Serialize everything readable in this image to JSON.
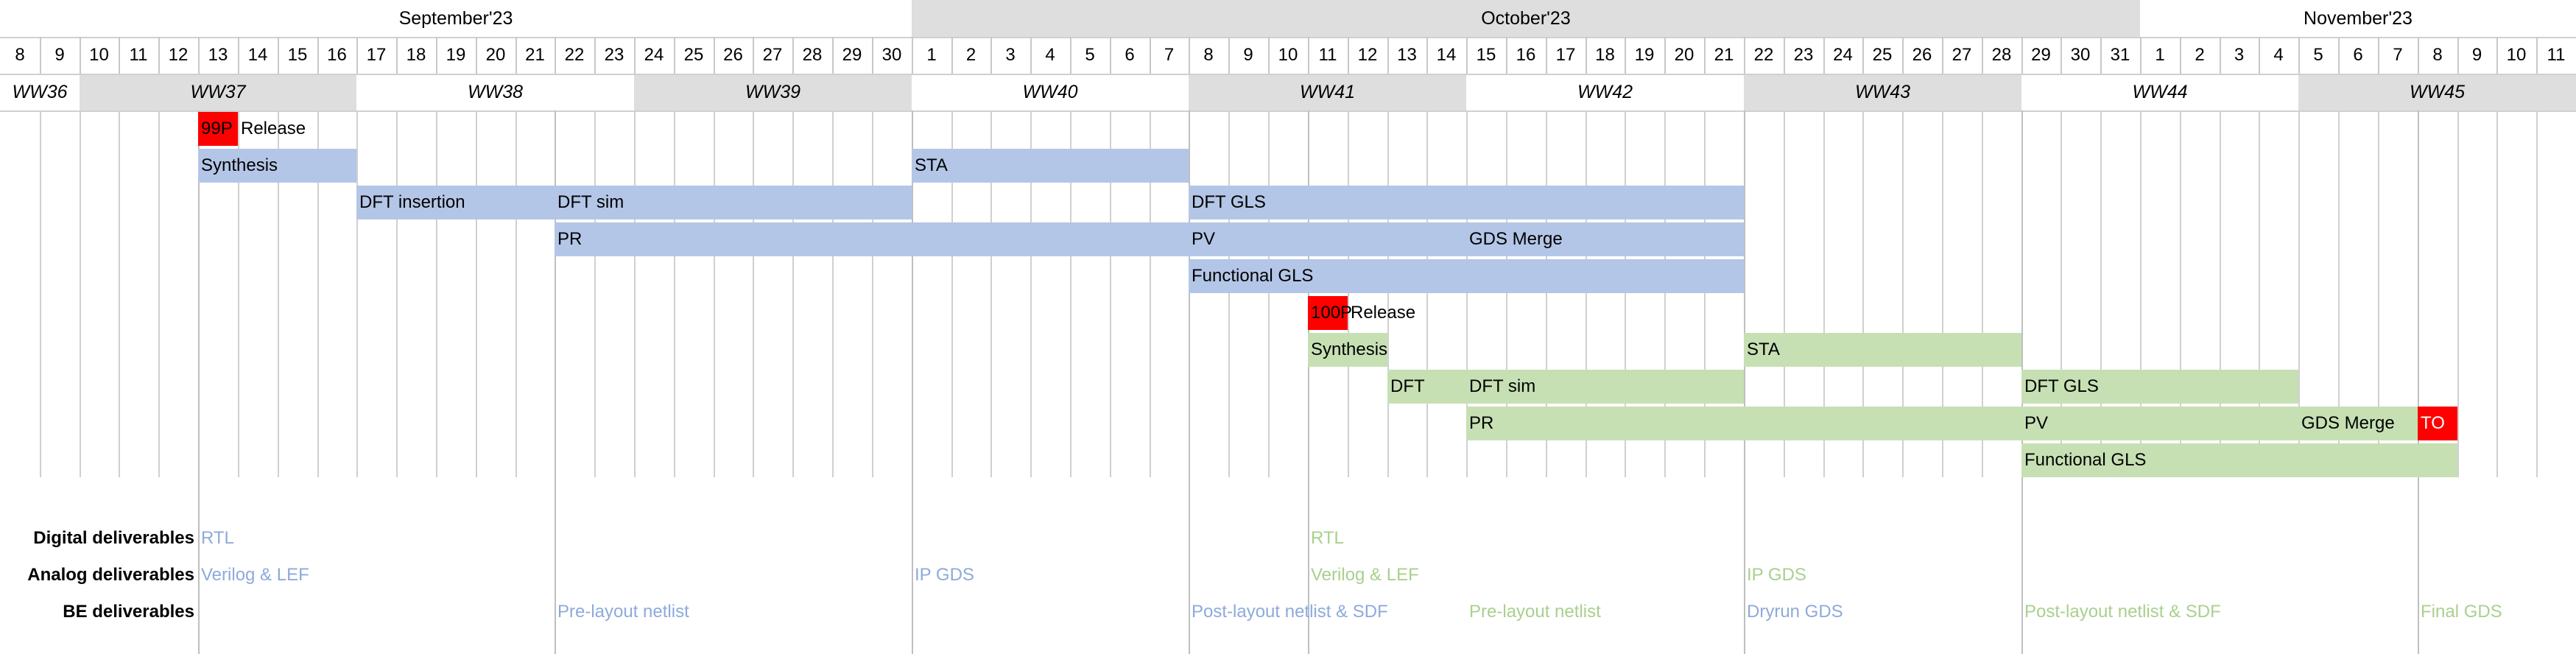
{
  "colors": {
    "block1": "#b4c6e7",
    "block2": "#c6e0b4",
    "milestone": "#ff0000",
    "deliv_blue": "#8eaadb",
    "deliv_green": "#a9d08e",
    "header_gray": "#dedede"
  },
  "months": [
    {
      "label": "September'23",
      "start": 0,
      "span": 23,
      "shade": false
    },
    {
      "label": "October'23",
      "start": 23,
      "span": 31,
      "shade": true
    },
    {
      "label": "November'23",
      "start": 54,
      "span": 11,
      "shade": false
    }
  ],
  "days": [
    "8",
    "9",
    "10",
    "11",
    "12",
    "13",
    "14",
    "15",
    "16",
    "17",
    "18",
    "19",
    "20",
    "21",
    "22",
    "23",
    "24",
    "25",
    "26",
    "27",
    "28",
    "29",
    "30",
    "1",
    "2",
    "3",
    "4",
    "5",
    "6",
    "7",
    "8",
    "9",
    "10",
    "11",
    "12",
    "13",
    "14",
    "15",
    "16",
    "17",
    "18",
    "19",
    "20",
    "21",
    "22",
    "23",
    "24",
    "25",
    "26",
    "27",
    "28",
    "29",
    "30",
    "31",
    "1",
    "2",
    "3",
    "4",
    "5",
    "6",
    "7",
    "8",
    "9",
    "10",
    "11"
  ],
  "weeks": [
    {
      "label": "WW36",
      "start": 0,
      "span": 2,
      "shade": false
    },
    {
      "label": "WW37",
      "start": 2,
      "span": 7,
      "shade": true
    },
    {
      "label": "WW38",
      "start": 9,
      "span": 7,
      "shade": false
    },
    {
      "label": "WW39",
      "start": 16,
      "span": 7,
      "shade": true
    },
    {
      "label": "WW40",
      "start": 23,
      "span": 7,
      "shade": false
    },
    {
      "label": "WW41",
      "start": 30,
      "span": 7,
      "shade": true
    },
    {
      "label": "WW42",
      "start": 37,
      "span": 7,
      "shade": false
    },
    {
      "label": "WW43",
      "start": 44,
      "span": 7,
      "shade": true
    },
    {
      "label": "WW44",
      "start": 51,
      "span": 7,
      "shade": false
    },
    {
      "label": "WW45",
      "start": 58,
      "span": 7,
      "shade": true
    }
  ],
  "milestones": [
    {
      "square": "99P",
      "text": "Release",
      "start": 5,
      "row": 0,
      "color": "milestone",
      "text_color": "#000000"
    },
    {
      "square": "100P",
      "text": "Release",
      "start": 33,
      "row": 5,
      "color": "milestone",
      "text_color": "#000000"
    },
    {
      "square": "TO",
      "text": "",
      "start": 61,
      "row": 8,
      "color": "milestone",
      "text_color": "#ffffff"
    }
  ],
  "tasks": [
    {
      "label": "Synthesis",
      "start": 5,
      "span": 4,
      "row": 1,
      "color": "block1"
    },
    {
      "label": "STA",
      "start": 23,
      "span": 7,
      "row": 1,
      "color": "block1"
    },
    {
      "label": "DFT insertion",
      "start": 9,
      "span": 5,
      "row": 2,
      "color": "block1"
    },
    {
      "label": "DFT sim",
      "start": 14,
      "span": 9,
      "row": 2,
      "color": "block1"
    },
    {
      "label": "DFT GLS",
      "start": 30,
      "span": 14,
      "row": 2,
      "color": "block1"
    },
    {
      "label": "PR",
      "start": 14,
      "span": 16,
      "row": 3,
      "color": "block1"
    },
    {
      "label": "PV",
      "start": 30,
      "span": 7,
      "row": 3,
      "color": "block1"
    },
    {
      "label": "GDS Merge",
      "start": 37,
      "span": 7,
      "row": 3,
      "color": "block1"
    },
    {
      "label": "Functional GLS",
      "start": 30,
      "span": 14,
      "row": 4,
      "color": "block1"
    },
    {
      "label": "Synthesis",
      "start": 33,
      "span": 2,
      "row": 6,
      "color": "block2"
    },
    {
      "label": "STA",
      "start": 44,
      "span": 7,
      "row": 6,
      "color": "block2"
    },
    {
      "label": "DFT",
      "start": 35,
      "span": 2,
      "row": 7,
      "color": "block2"
    },
    {
      "label": "DFT sim",
      "start": 37,
      "span": 7,
      "row": 7,
      "color": "block2"
    },
    {
      "label": "DFT GLS",
      "start": 51,
      "span": 7,
      "row": 7,
      "color": "block2"
    },
    {
      "label": "PR",
      "start": 37,
      "span": 14,
      "row": 8,
      "color": "block2"
    },
    {
      "label": "PV",
      "start": 51,
      "span": 7,
      "row": 8,
      "color": "block2"
    },
    {
      "label": "GDS Merge",
      "start": 58,
      "span": 3,
      "row": 8,
      "color": "block2"
    },
    {
      "label": "Functional GLS",
      "start": 51,
      "span": 11,
      "row": 9,
      "color": "block2"
    }
  ],
  "deliverable_rows": [
    "Digital deliverables",
    "Analog deliverables",
    "BE deliverables"
  ],
  "deliverables": [
    {
      "text": "RTL",
      "start": 5,
      "row": 0,
      "color": "deliv_blue"
    },
    {
      "text": "Verilog & LEF",
      "start": 5,
      "row": 1,
      "color": "deliv_blue"
    },
    {
      "text": "Pre-layout netlist",
      "start": 14,
      "row": 2,
      "color": "deliv_blue"
    },
    {
      "text": "IP GDS",
      "start": 23,
      "row": 1,
      "color": "deliv_blue"
    },
    {
      "text": "Post-layout netlist & SDF",
      "start": 30,
      "row": 2,
      "color": "deliv_blue"
    },
    {
      "text": "RTL",
      "start": 33,
      "row": 0,
      "color": "deliv_green"
    },
    {
      "text": "Verilog & LEF",
      "start": 33,
      "row": 1,
      "color": "deliv_green"
    },
    {
      "text": "Pre-layout netlist",
      "start": 37,
      "row": 2,
      "color": "deliv_green"
    },
    {
      "text": "IP GDS",
      "start": 44,
      "row": 1,
      "color": "deliv_green"
    },
    {
      "text": "Dryrun GDS",
      "start": 44,
      "row": 2,
      "color": "deliv_blue"
    },
    {
      "text": "Post-layout netlist & SDF",
      "start": 51,
      "row": 2,
      "color": "deliv_green"
    },
    {
      "text": "Final GDS",
      "start": 61,
      "row": 2,
      "color": "deliv_green"
    }
  ],
  "boundary_lines": [
    5,
    14,
    23,
    30,
    33,
    44,
    51,
    61
  ]
}
